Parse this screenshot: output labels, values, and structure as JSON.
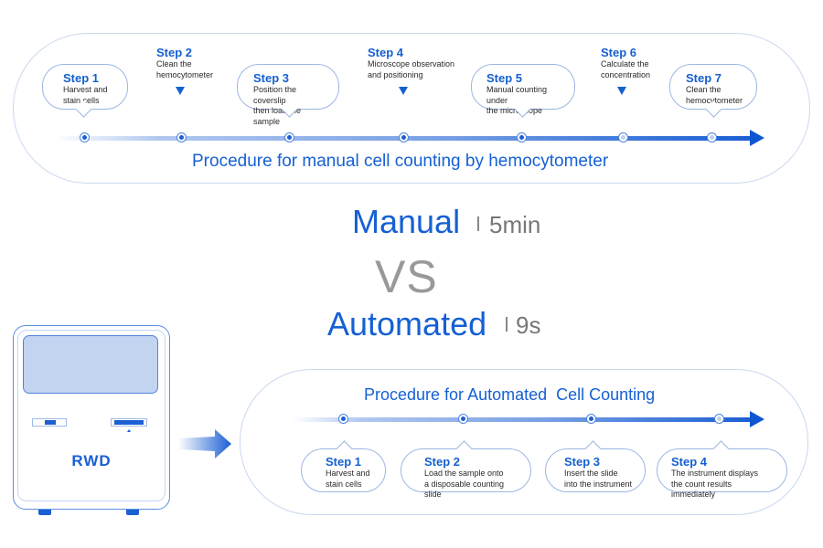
{
  "manual_procedure": {
    "title": "Procedure for manual cell counting by hemocytometer",
    "steps": [
      {
        "title": "Step 1",
        "line1": "Harvest and",
        "line2": "stain cells",
        "style": "bubble"
      },
      {
        "title": "Step 2",
        "line1": "Clean the",
        "line2": "hemocytometer",
        "style": "marker"
      },
      {
        "title": "Step 3",
        "line1": "Position the coverslip",
        "line2": "then load the sample",
        "style": "bubble"
      },
      {
        "title": "Step 4",
        "line1": "Microscope observation",
        "line2": "and positioning",
        "style": "marker"
      },
      {
        "title": "Step 5",
        "line1": "Manual counting under",
        "line2": "the microscope",
        "style": "bubble"
      },
      {
        "title": "Step 6",
        "line1": "Calculate the",
        "line2": "concentration",
        "style": "marker"
      },
      {
        "title": "Step 7",
        "line1": "Clean the",
        "line2": "hemocytometer",
        "style": "bubble"
      }
    ]
  },
  "comparison": {
    "manual_label": "Manual",
    "manual_time": "5min",
    "vs_label": "VS",
    "automated_label": "Automated",
    "automated_time": "9s"
  },
  "automated_procedure": {
    "title": "Procedure for Automated  Cell Counting",
    "steps": [
      {
        "title": "Step 1",
        "line1": "Harvest and",
        "line2": "stain cells"
      },
      {
        "title": "Step 2",
        "line1": "Load the sample onto",
        "line2": "a disposable counting slide"
      },
      {
        "title": "Step 3",
        "line1": "Insert the slide",
        "line2": "into the instrument"
      },
      {
        "title": "Step 4",
        "line1": "The instrument displays",
        "line2": "the count results immediately"
      }
    ]
  },
  "device": {
    "brand": "RWD"
  },
  "colors": {
    "accent_blue": "#1460d0",
    "muted_gray": "#999999",
    "outline": "#c9d8ef"
  }
}
